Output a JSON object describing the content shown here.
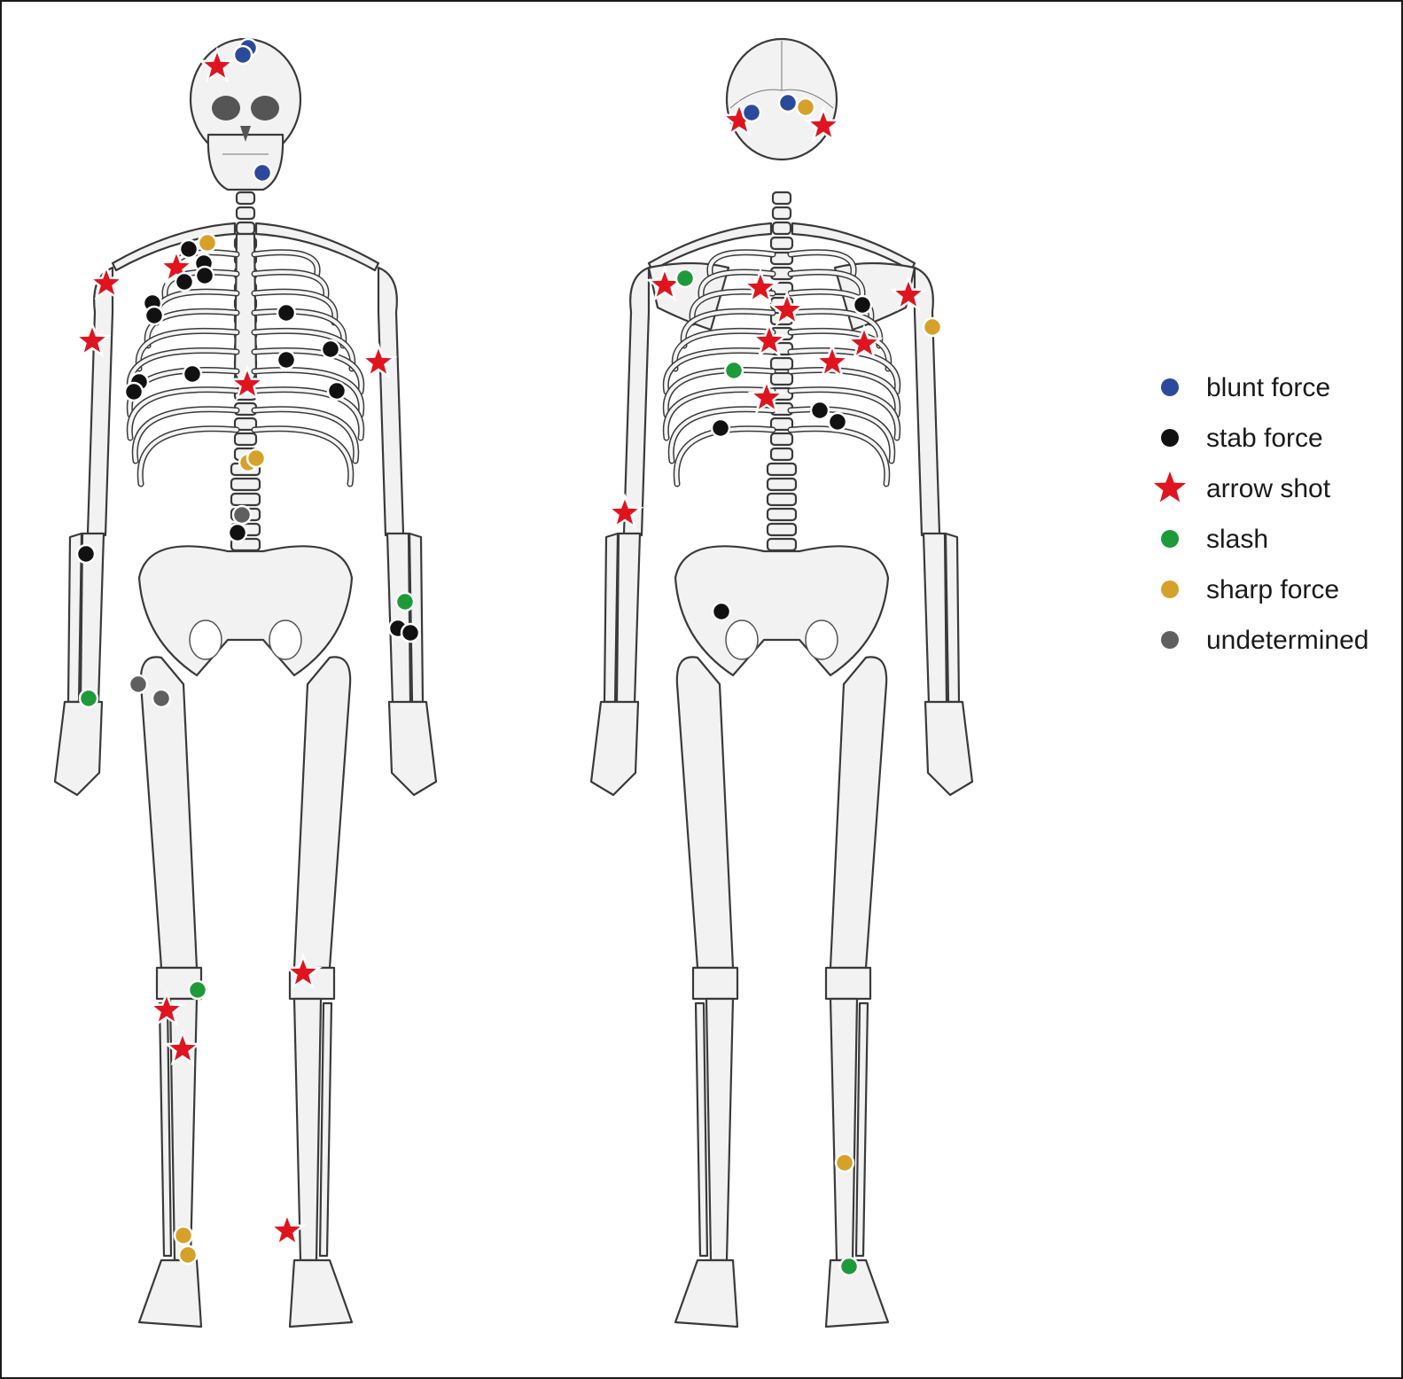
{
  "legend": [
    {
      "key": "blunt",
      "label": "blunt force",
      "marker": "circle",
      "color": "#2b4a9c"
    },
    {
      "key": "stab",
      "label": "stab force",
      "marker": "circle",
      "color": "#111111"
    },
    {
      "key": "arrow",
      "label": "arrow shot",
      "marker": "star",
      "color": "#e0141e"
    },
    {
      "key": "slash",
      "label": "slash",
      "marker": "circle",
      "color": "#1f9a3a"
    },
    {
      "key": "sharp",
      "label": "sharp force",
      "marker": "circle",
      "color": "#d6a12a"
    },
    {
      "key": "undetermined",
      "label": "undetermined",
      "marker": "circle",
      "color": "#5f5f5f"
    }
  ],
  "views": [
    {
      "name": "anterior",
      "mirrored": false
    },
    {
      "name": "posterior",
      "mirrored": true
    }
  ]
}
